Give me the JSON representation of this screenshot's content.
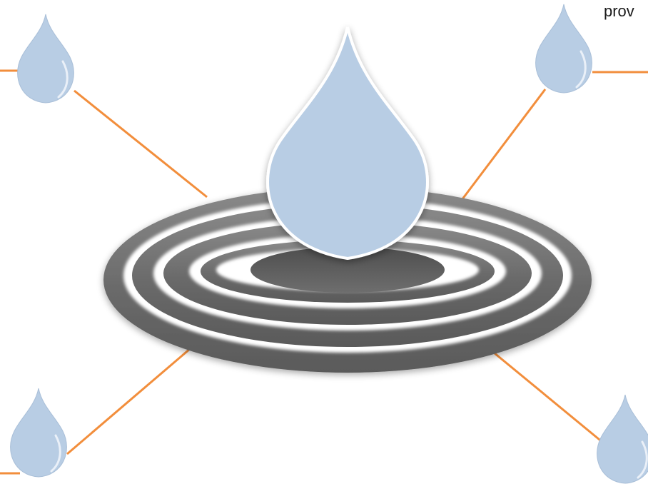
{
  "caption": "prov",
  "colors": {
    "drop_fill": "#b8cde4",
    "drop_highlight": "#e9f0f8",
    "connector": "#f28e3c",
    "ripple_dark": "#5f5f5f",
    "ripple_light": "#9a9a9a",
    "background": "#ffffff"
  },
  "diagram": {
    "center": "water-drop-on-ripples",
    "satellites": [
      "top-left-drop",
      "top-right-drop",
      "bottom-left-drop",
      "bottom-right-drop"
    ],
    "icon": "water-drop-icon"
  }
}
